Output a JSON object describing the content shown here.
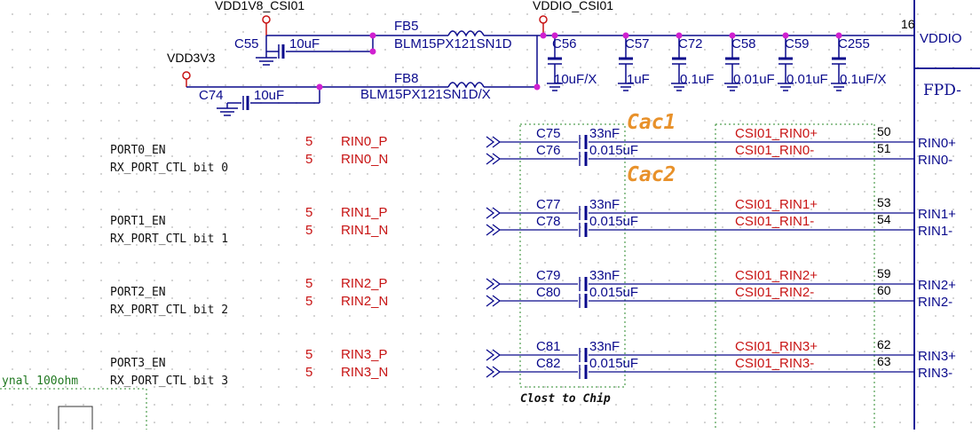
{
  "power": {
    "vdd1v8": "VDD1V8_CSI01",
    "vddio": "VDDIO_CSI01",
    "vdd3v3": "VDD3V3",
    "pin_vddio": "16",
    "port_vddio": "VDDIO",
    "fpd": "FPD-"
  },
  "filters": [
    {
      "ref": "FB5",
      "part": "BLM15PX121SN1D"
    },
    {
      "ref": "FB8",
      "part": "BLM15PX121SN1D/X"
    }
  ],
  "input_caps": [
    {
      "ref": "C55",
      "value": "10uF"
    },
    {
      "ref": "C74",
      "value": "10uF"
    }
  ],
  "decoupling": [
    {
      "ref": "C56",
      "value": "10uF/X"
    },
    {
      "ref": "C57",
      "value": "1uF"
    },
    {
      "ref": "C72",
      "value": "0.1uF"
    },
    {
      "ref": "C58",
      "value": "0.01uF"
    },
    {
      "ref": "C59",
      "value": "0.01uF"
    },
    {
      "ref": "C255",
      "value": "0.1uF/X"
    }
  ],
  "annotations": {
    "cac1": "Cac1",
    "cac2": "Cac2",
    "close": "Clost to Chip",
    "green": "ynal 100ohm"
  },
  "ports": [
    {
      "en": "PORT0_EN",
      "ctl": "RX_PORT_CTL bit 0",
      "sheet": "5",
      "p": "RIN0_P",
      "n": "RIN0_N",
      "cp": "C75",
      "cpv": "33nF",
      "cn": "C76",
      "cnv": "0.015uF",
      "np": "CSI01_RIN0+",
      "nn": "CSI01_RIN0-",
      "pinp": "50",
      "pinn": "51",
      "outp": "RIN0+",
      "outn": "RIN0-"
    },
    {
      "en": "PORT1_EN",
      "ctl": "RX_PORT_CTL bit 1",
      "sheet": "5",
      "p": "RIN1_P",
      "n": "RIN1_N",
      "cp": "C77",
      "cpv": "33nF",
      "cn": "C78",
      "cnv": "0.015uF",
      "np": "CSI01_RIN1+",
      "nn": "CSI01_RIN1-",
      "pinp": "53",
      "pinn": "54",
      "outp": "RIN1+",
      "outn": "RIN1-"
    },
    {
      "en": "PORT2_EN",
      "ctl": "RX_PORT_CTL bit 2",
      "sheet": "5",
      "p": "RIN2_P",
      "n": "RIN2_N",
      "cp": "C79",
      "cpv": "33nF",
      "cn": "C80",
      "cnv": "0.015uF",
      "np": "CSI01_RIN2+",
      "nn": "CSI01_RIN2-",
      "pinp": "59",
      "pinn": "60",
      "outp": "RIN2+",
      "outn": "RIN2-"
    },
    {
      "en": "PORT3_EN",
      "ctl": "RX_PORT_CTL bit 3",
      "sheet": "5",
      "p": "RIN3_P",
      "n": "RIN3_N",
      "cp": "C81",
      "cpv": "33nF",
      "cn": "C82",
      "cnv": "0.015uF",
      "np": "CSI01_RIN3+",
      "nn": "CSI01_RIN3-",
      "pinp": "62",
      "pinn": "63",
      "outp": "RIN3+",
      "outn": "RIN3-"
    }
  ]
}
